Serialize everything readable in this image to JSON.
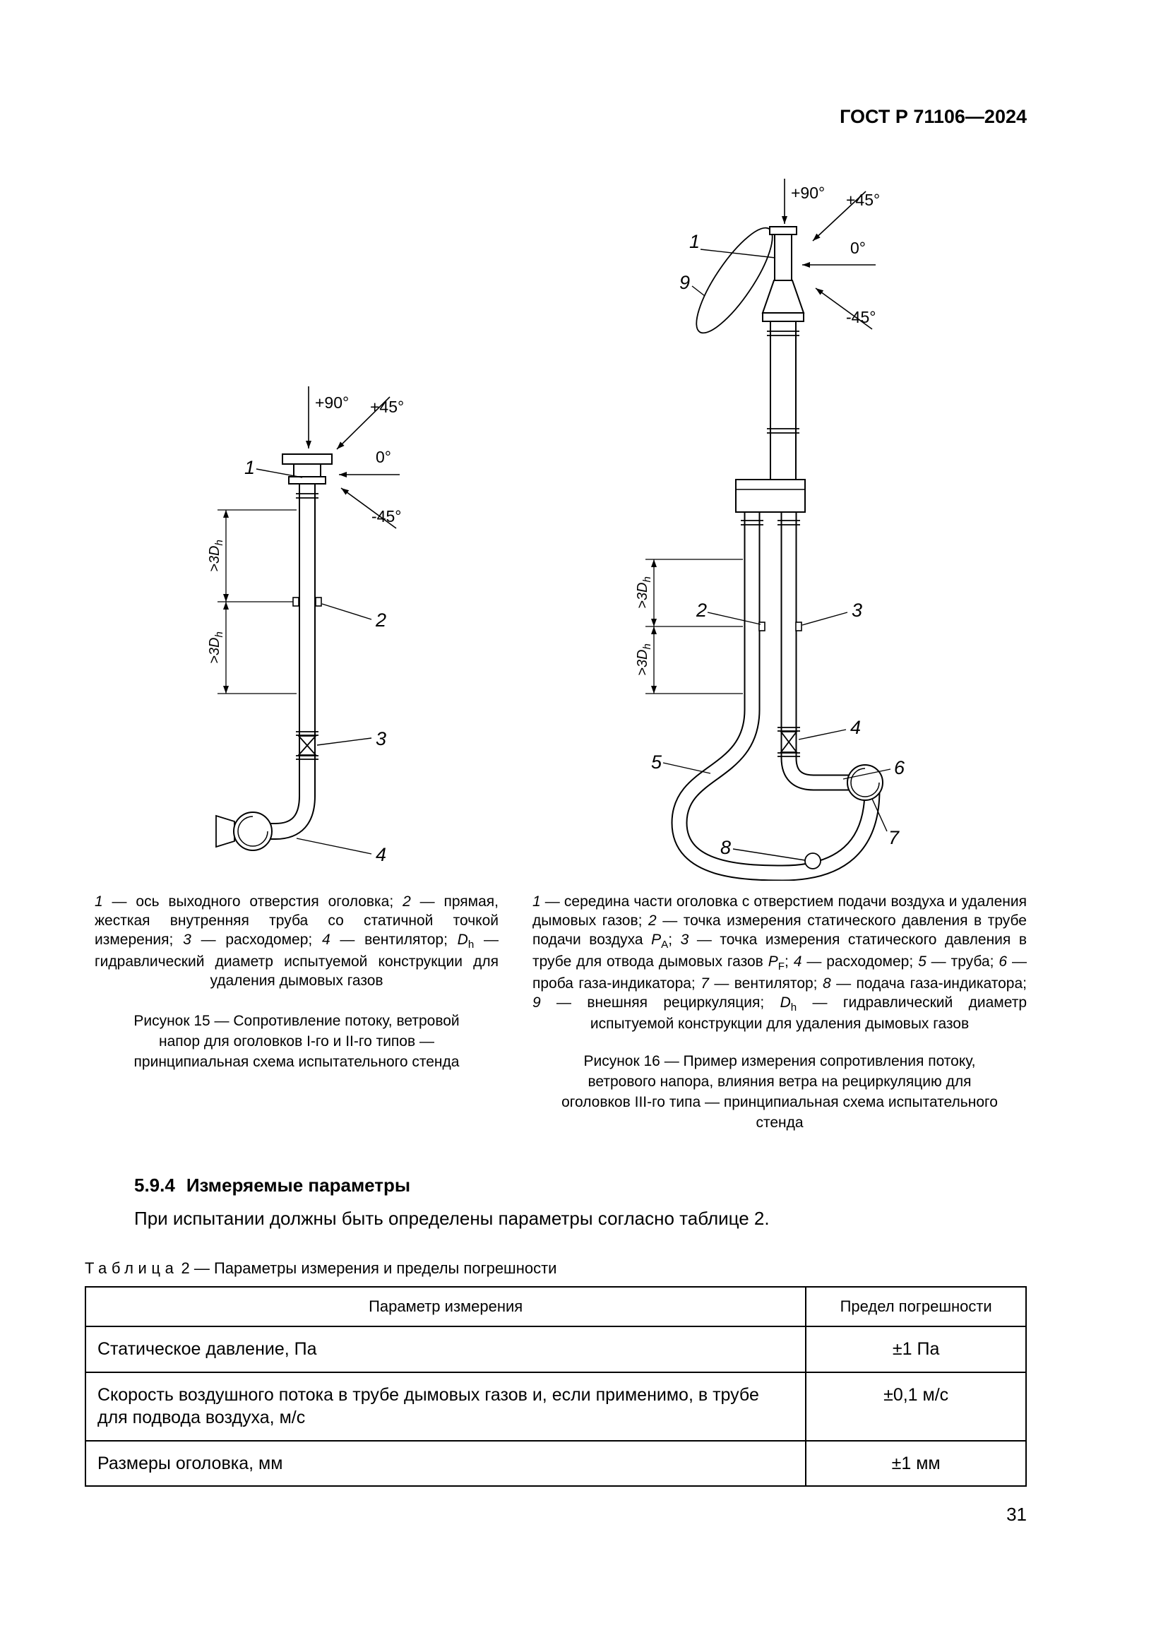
{
  "page": {
    "header": "ГОСТ Р 71106—2024",
    "number": "31"
  },
  "figure15": {
    "angles": {
      "p90": "+90°",
      "p45": "+45°",
      "a0": "0°",
      "m45": "-45°"
    },
    "parts": {
      "n1": "1",
      "n2": "2",
      "n3": "3",
      "n4": "4"
    },
    "dim": {
      "main": ">3D",
      "sub": "h"
    },
    "legend_html": "<i>1</i> — ось выходного отверстия оголовка; <i>2</i> — прямая, жесткая внутренняя труба со статичной точкой измерения; <i>3</i> — расходомер; <i>4</i> — вентилятор; <i>D</i><sub>h</sub> — гидравлический диаметр испытуемой конструкции для удаления дымовых газов",
    "caption": "Рисунок 15 — Сопротивление потоку, ветровой напор для оголовков I-го и II-го типов — принципиальная схема испытательного стенда"
  },
  "figure16": {
    "angles": {
      "p90": "+90°",
      "p45": "+45°",
      "a0": "0°",
      "m45": "-45°"
    },
    "parts": {
      "n1": "1",
      "n2": "2",
      "n3": "3",
      "n4": "4",
      "n5": "5",
      "n6": "6",
      "n7": "7",
      "n8": "8",
      "n9": "9"
    },
    "dim": {
      "main": ">3D",
      "sub": "h"
    },
    "legend_html": "<i>1</i> — середина части оголовка с отверстием подачи воздуха и удаления дымовых газов; <i>2</i> — точка измерения статического давления в трубе подачи воздуха <i>P</i><sub>A</sub>; <i>3</i> — точка измерения статического давления в трубе для отвода дымовых газов <i>P</i><sub>F</sub>; <i>4</i> — расходомер; <i>5</i> — труба; <i>6</i> — проба газа-индикатора; <i>7</i> — вентилятор; <i>8</i> — подача газа-индикатора; <i>9</i> — внешняя рециркуляция; <i>D</i><sub>h</sub> — гидравлический диаметр испытуемой конструкции для удаления дымовых газов",
    "caption": "Рисунок 16 — Пример измерения сопротивления потоку, ветрового напора, влияния ветра на рециркуляцию для оголовков III-го типа — принципиальная схема испытательного стенда"
  },
  "section": {
    "heading_num": "5.9.4",
    "heading_text": "Измеряемые параметры",
    "body": "При испытании должны быть определены параметры согласно таблице 2."
  },
  "table": {
    "label_word": "Таблица",
    "label_num": "2",
    "label_rest": "— Параметры измерения и пределы погрешности",
    "col1": "Параметр измерения",
    "col2": "Предел погрешности",
    "rows": [
      {
        "param": "Статическое давление, Па",
        "limit": "±1 Па"
      },
      {
        "param": "Скорость воздушного потока в трубе дымовых газов и, если применимо, в трубе для подвода воздуха, м/с",
        "limit": "±0,1 м/с"
      },
      {
        "param": "Размеры оголовка, мм",
        "limit": "±1 мм"
      }
    ]
  }
}
